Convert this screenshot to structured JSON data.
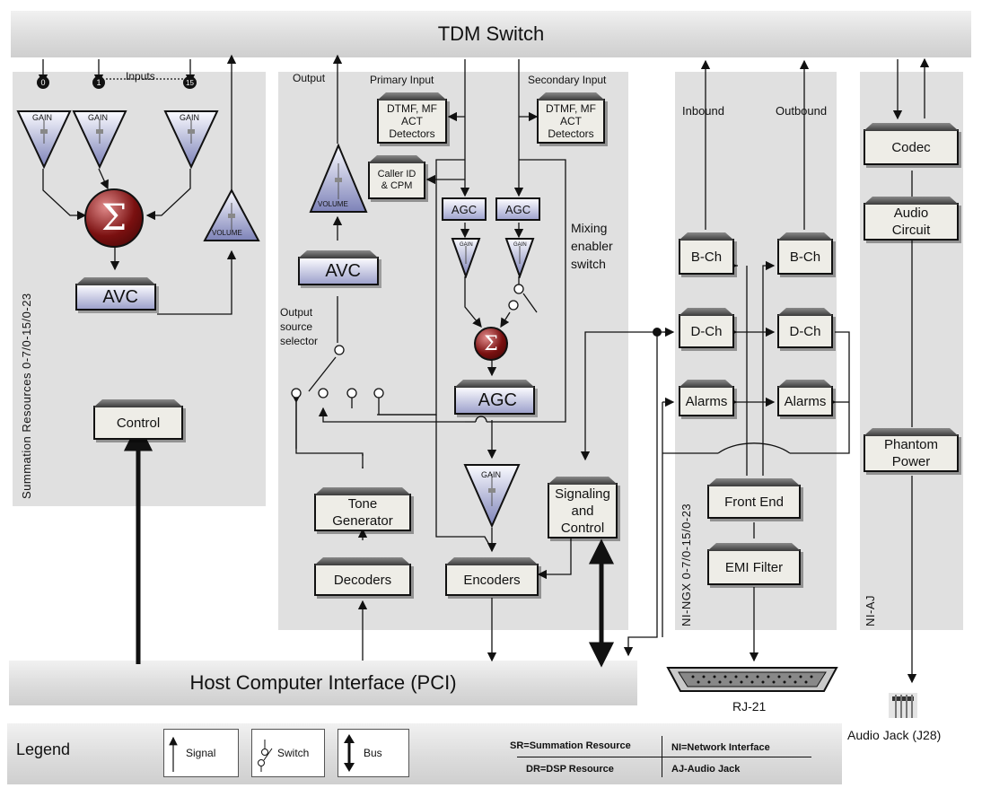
{
  "tdm_switch": "TDM Switch",
  "host_interface": "Host Computer Interface (PCI)",
  "panels": {
    "summation": "Summation Resources 0-7/0-15/0-23",
    "ngx": "NI-NGX 0-7/0-15/0-23",
    "aj": "NI-AJ"
  },
  "summation": {
    "inputs_label": "Inputs",
    "input_numbers": [
      "0",
      "1",
      "15"
    ],
    "gain": "GAIN",
    "volume": "VOLUME",
    "sigma": "Σ",
    "avc": "AVC",
    "control": "Control"
  },
  "dsp": {
    "output_label": "Output",
    "primary_input": "Primary Input",
    "secondary_input": "Secondary Input",
    "detectors": "DTMF, MF\nACT\nDetectors",
    "caller_id": "Caller ID\n& CPM",
    "volume": "VOLUME",
    "avc": "AVC",
    "agc": "AGC",
    "gain": "GAIN",
    "sigma": "Σ",
    "mixing_switch": "Mixing\nenabler\nswitch",
    "output_selector": "Output\nsource\nselector",
    "tone_generator": "Tone\nGenerator",
    "decoders": "Decoders",
    "encoders": "Encoders",
    "signaling": "Signaling\nand\nControl"
  },
  "ngx": {
    "inbound": "Inbound",
    "outbound": "Outbound",
    "bch": "B-Ch",
    "dch": "D-Ch",
    "alarms": "Alarms",
    "front_end": "Front End",
    "emi_filter": "EMI Filter",
    "rj21": "RJ-21"
  },
  "aj": {
    "codec": "Codec",
    "audio_circuit": "Audio\nCircuit",
    "phantom_power": "Phantom\nPower",
    "audio_jack": "Audio Jack (J28)"
  },
  "legend": {
    "title": "Legend",
    "signal": "Signal",
    "switch": "Switch",
    "bus": "Bus",
    "sr": "SR=Summation Resource",
    "dr": "DR=DSP Resource",
    "ni": "NI=Network Interface",
    "aj": "AJ-Audio Jack"
  }
}
